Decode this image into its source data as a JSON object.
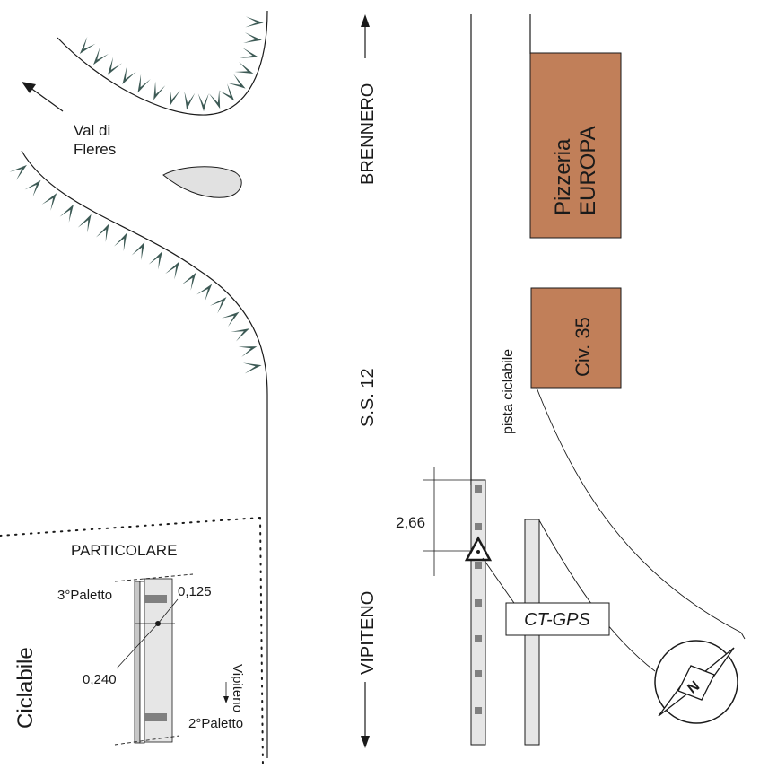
{
  "map": {
    "labels": {
      "val_di_fleres_1": "Val di",
      "val_di_fleres_2": "Fleres",
      "brennero": "BRENNERO",
      "vipiteno": "VIPITENO",
      "ss12": "S.S. 12",
      "pista_ciclabile": "pista ciclabile",
      "pizzeria_1": "Pizzeria",
      "pizzeria_2": "EUROPA",
      "civ35": "Civ. 35",
      "ct_gps": "CT-GPS",
      "distance": "2,66"
    },
    "detail": {
      "title": "PARTICOLARE",
      "side_label": "Ciclabile",
      "paletto_3": "3°Paletto",
      "paletto_2": "2°Paletto",
      "value_a": "0,125",
      "value_b": "0,240",
      "vipiteno": "Vipiteno"
    },
    "compass": {
      "letter": "N"
    },
    "colors": {
      "building_fill": "#c17f59",
      "tree_mark": "#3d5a55",
      "island_fill": "#e1e1e1",
      "pole_fill": "#e6e6e6"
    }
  }
}
